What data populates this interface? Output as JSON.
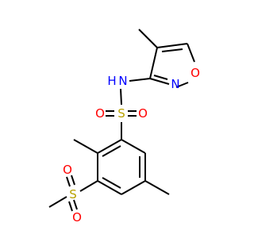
{
  "colors": {
    "bond": "#000000",
    "sulfur": "#b8a200",
    "oxygen": "#ff0000",
    "nitrogen": "#0000ff",
    "background": "#ffffff"
  },
  "molecule": {
    "atoms": {
      "s_sulfonamide": "S",
      "o_sulfonamide_left": "O",
      "o_sulfonamide_right": "O",
      "n_amide": "N",
      "h_amide": "H",
      "n_isoxazole": "N",
      "o_isoxazole": "O",
      "s_sulfonyl": "S",
      "o_sulfonyl_top": "O",
      "o_sulfonyl_bottom": "O"
    }
  }
}
